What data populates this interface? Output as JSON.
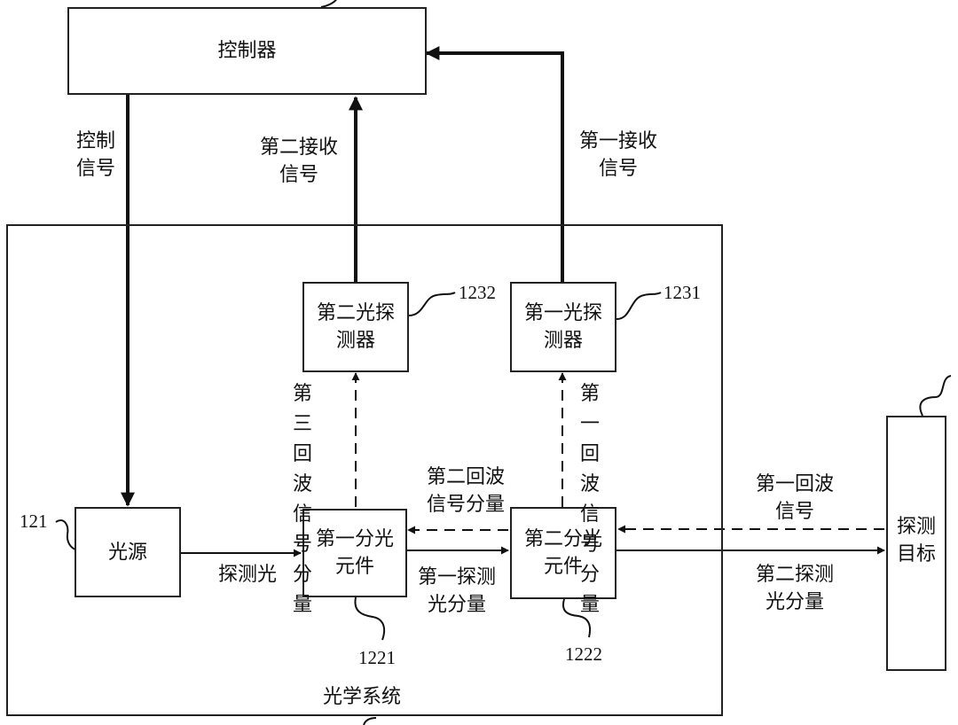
{
  "controller": {
    "label": "控制器"
  },
  "optical_system": {
    "label": "光学系统"
  },
  "light_source": {
    "label": "光源",
    "ref": "121"
  },
  "splitter1": {
    "label": "第一分光\n元件",
    "ref": "1221"
  },
  "splitter2": {
    "label": "第二分光\n元件",
    "ref": "1222"
  },
  "detector1": {
    "label": "第一光探\n测器",
    "ref": "1231"
  },
  "detector2": {
    "label": "第二光探\n测器",
    "ref": "1232"
  },
  "target": {
    "label": "探测\n目标"
  },
  "signals": {
    "control": "控制\n信号",
    "second_receive": "第二接收\n信号",
    "first_receive": "第一接收\n信号",
    "third_echo_component": "第\n三\n回\n波\n信\n号\n分\n量",
    "first_echo_component": "第\n一\n回\n波\n信\n号\n分\n量",
    "second_echo_component": "第二回波\n信号分量",
    "first_echo": "第一回波\n信号",
    "probe_light": "探测光",
    "first_probe_component": "第一探测\n光分量",
    "second_probe_component": "第二探测\n光分量"
  }
}
